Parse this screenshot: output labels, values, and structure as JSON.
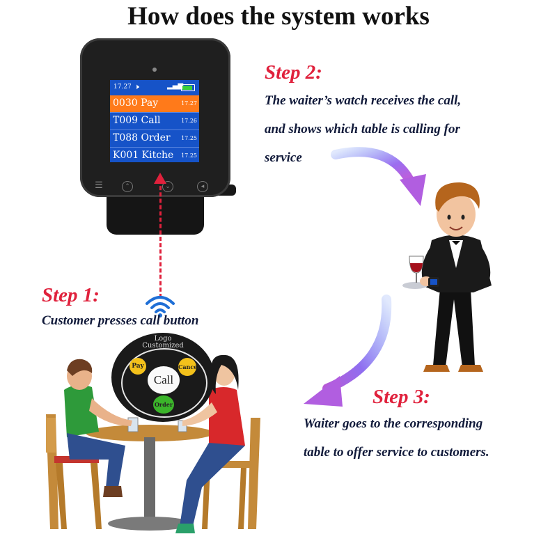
{
  "title": "How does the system works",
  "step1": {
    "label": "Step 1:",
    "lines": [
      "Customer presses call button"
    ]
  },
  "step2": {
    "label": "Step 2:",
    "lines": [
      "The waiter’s watch receives the call,",
      "and shows which table is calling for",
      "service"
    ]
  },
  "step3": {
    "label": "Step 3:",
    "lines": [
      "Waiter goes to the corresponding",
      "table to offer service to customers."
    ]
  },
  "watch": {
    "status_time": "17.27",
    "rows": [
      {
        "text": "0030 Pay",
        "time": "17.27",
        "active": true
      },
      {
        "text": "T009 Call",
        "time": "17.26",
        "active": false
      },
      {
        "text": "T088 Order",
        "time": "17.25",
        "active": false
      },
      {
        "text": "K001 Kitche",
        "time": "17.25",
        "active": false
      }
    ]
  },
  "call_button": {
    "logo_line1": "Logo",
    "logo_line2": "Customized",
    "pay": "Pay",
    "cancel": "Cancel",
    "call": "Call",
    "order": "Order"
  },
  "colors": {
    "step_label": "#e0213c",
    "desc_text": "#111a3a",
    "screen_bg": "#1653c8",
    "active_row": "#ff7a1a",
    "arrow_gradient": [
      "#4a7cf0",
      "#c65ad6"
    ]
  },
  "icons": [
    "signal-bars-icon",
    "battery-icon",
    "mute-icon",
    "wifi-icon",
    "menu-icon",
    "chevron-up-icon",
    "chevron-down-icon",
    "back-icon"
  ]
}
